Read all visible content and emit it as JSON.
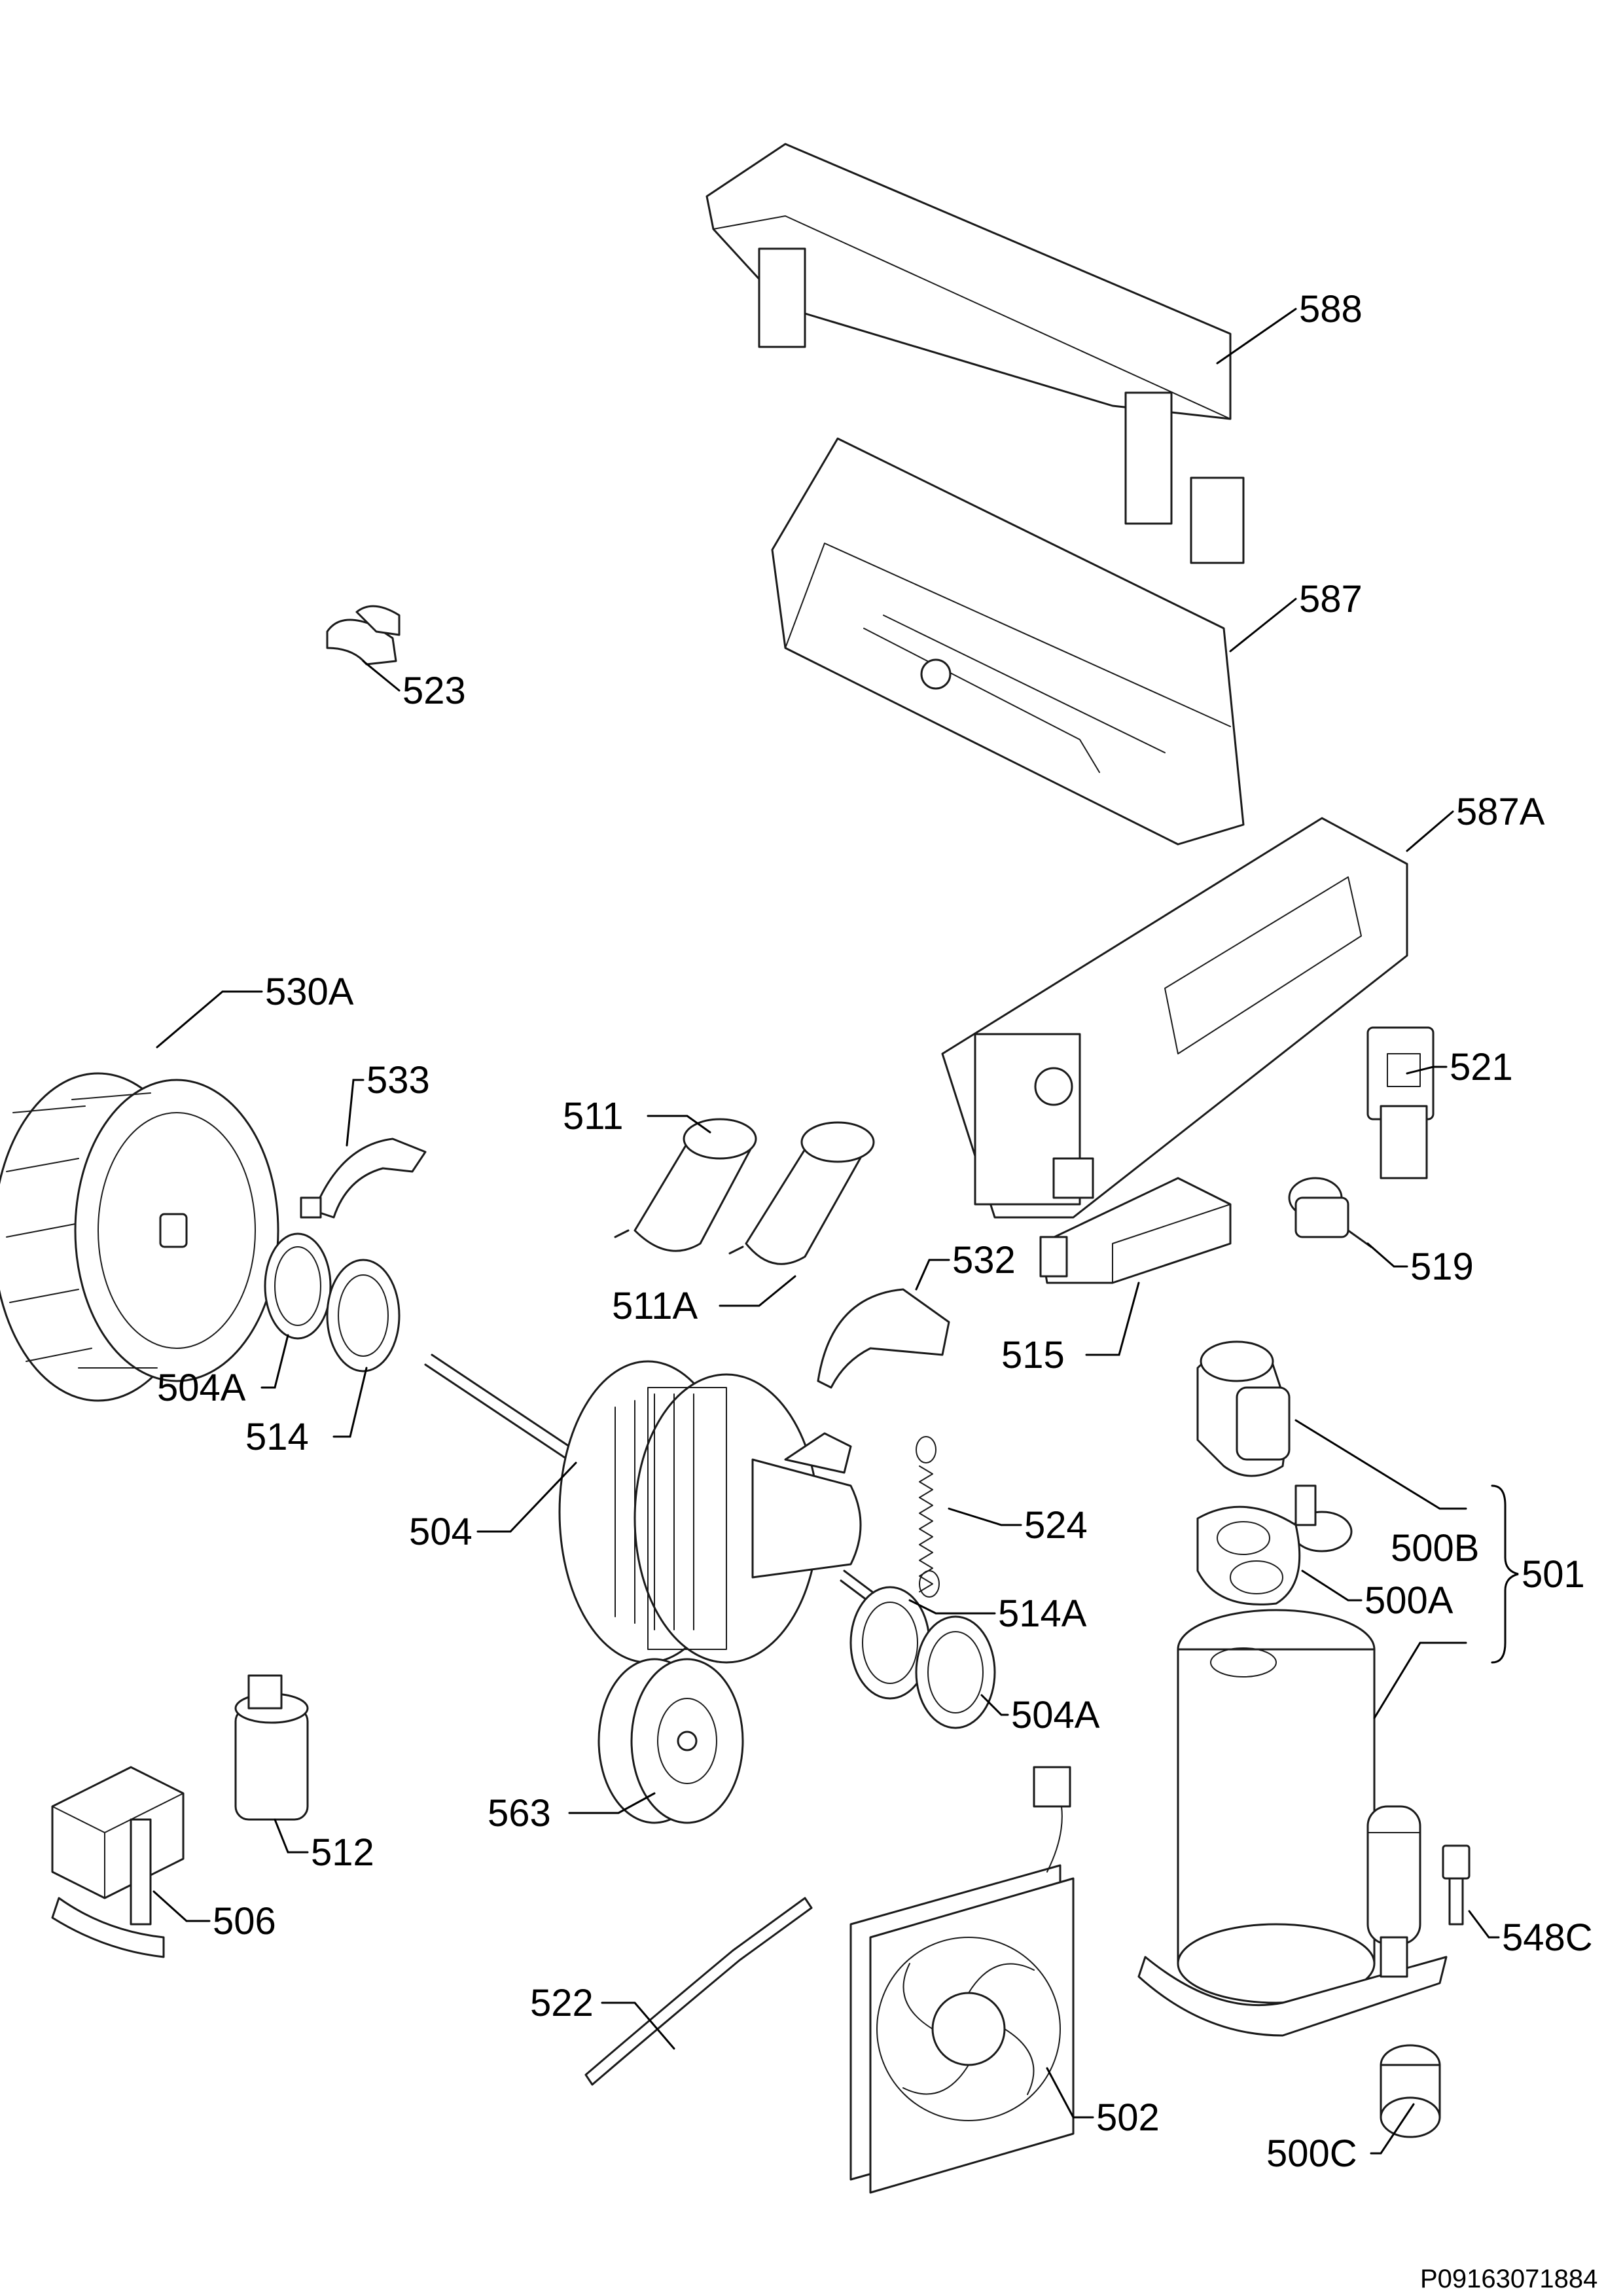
{
  "labels": {
    "l588": "588",
    "l587": "587",
    "l587a": "587A",
    "l523": "523",
    "l530a": "530A",
    "l533": "533",
    "l511": "511",
    "l511a": "511A",
    "l532": "532",
    "l521": "521",
    "l519": "519",
    "l515": "515",
    "l504a_top": "504A",
    "l514_top": "514",
    "l504": "504",
    "l524": "524",
    "l514a": "514A",
    "l504a_bottom": "504A",
    "l500b": "500B",
    "l500a": "500A",
    "l501": "501",
    "l563": "563",
    "l512": "512",
    "l506": "506",
    "l522": "522",
    "l502": "502",
    "l548c": "548C",
    "l500c": "500C"
  },
  "drawing_code": "P09163071884"
}
